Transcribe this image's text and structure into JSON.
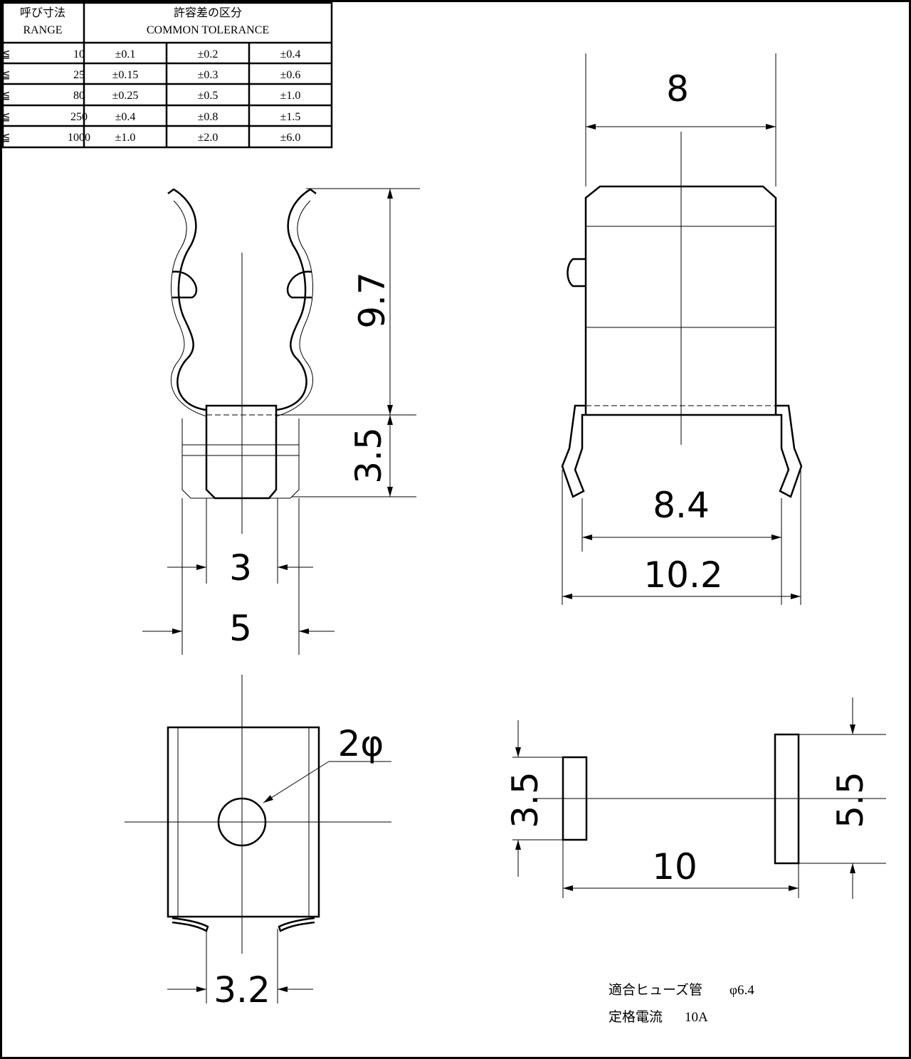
{
  "tolerance_table": {
    "range_header_jp": "呼び寸法",
    "range_header_en": "RANGE",
    "tol_header_jp": "許容差の区分",
    "tol_header_en": "COMMON TOLERANCE",
    "rows": [
      {
        "sym": "≦",
        "range": "10",
        "t1": "±0.1",
        "t2": "±0.2",
        "t3": "±0.4"
      },
      {
        "sym": "≦",
        "range": "25",
        "t1": "±0.15",
        "t2": "±0.3",
        "t3": "±0.6"
      },
      {
        "sym": "≦",
        "range": "80",
        "t1": "±0.25",
        "t2": "±0.5",
        "t3": "±1.0"
      },
      {
        "sym": "≦",
        "range": "250",
        "t1": "±0.4",
        "t2": "±0.8",
        "t3": "±1.5"
      },
      {
        "sym": "≦",
        "range": "1000",
        "t1": "±1.0",
        "t2": "±2.0",
        "t3": "±6.0"
      }
    ]
  },
  "dimensions": {
    "front_height": "9.7",
    "front_base_height": "3.5",
    "front_inner_width": "3",
    "front_outer_width": "5",
    "side_top_width": "8",
    "side_inner_width": "8.4",
    "side_outer_width": "10.2",
    "bottom_hole": "2φ",
    "bottom_slot_width": "3.2",
    "pad_left_height": "3.5",
    "pad_right_height": "5.5",
    "pad_spacing": "10"
  },
  "notes": {
    "fuse_label": "適合ヒューズ管",
    "fuse_value": "φ6.4",
    "current_label": "定格電流",
    "current_value": "10A"
  }
}
